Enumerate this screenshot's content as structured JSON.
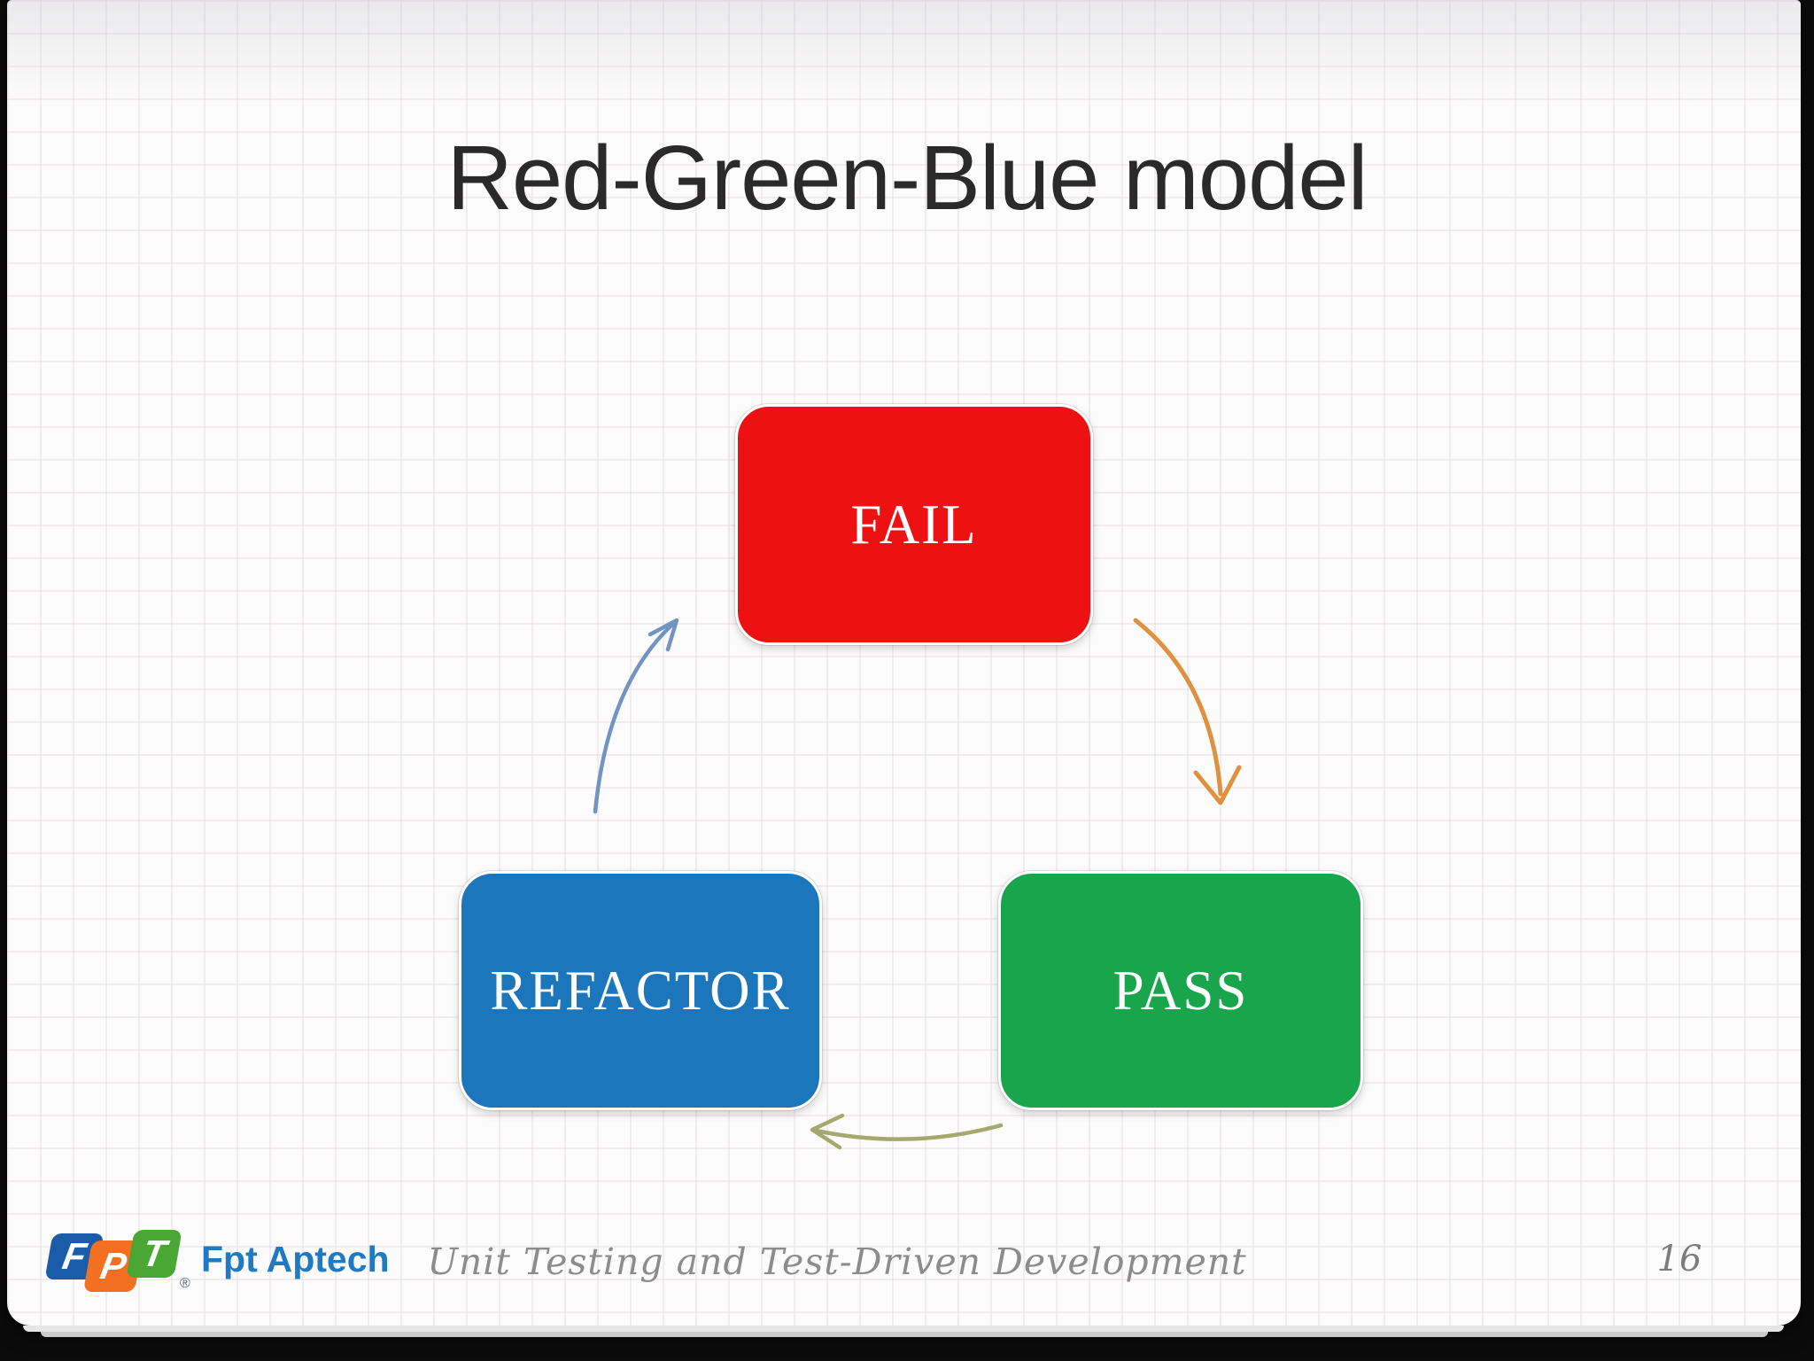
{
  "slide": {
    "title": "Red-Green-Blue model",
    "diagram": {
      "nodes": [
        {
          "id": "fail",
          "label": "FAIL",
          "color": "#ee1111"
        },
        {
          "id": "pass",
          "label": "PASS",
          "color": "#18a54c"
        },
        {
          "id": "refactor",
          "label": "REFACTOR",
          "color": "#1c76bc"
        }
      ],
      "edges": [
        {
          "from": "fail",
          "to": "pass",
          "color": "#e0913f"
        },
        {
          "from": "pass",
          "to": "refactor",
          "color": "#a3aa6d"
        },
        {
          "from": "refactor",
          "to": "fail",
          "color": "#7294c0"
        }
      ]
    },
    "footer": {
      "title": "Unit Testing and Test-Driven Development",
      "page_number": "16"
    },
    "logo": {
      "tiles": [
        {
          "letter": "F",
          "color": "#1b5ca8"
        },
        {
          "letter": "P",
          "color": "#f36f21"
        },
        {
          "letter": "T",
          "color": "#4aa734"
        }
      ],
      "registered_mark": "®",
      "brand_text": "Fpt Aptech",
      "brand_color": "#1e7ac3"
    }
  }
}
